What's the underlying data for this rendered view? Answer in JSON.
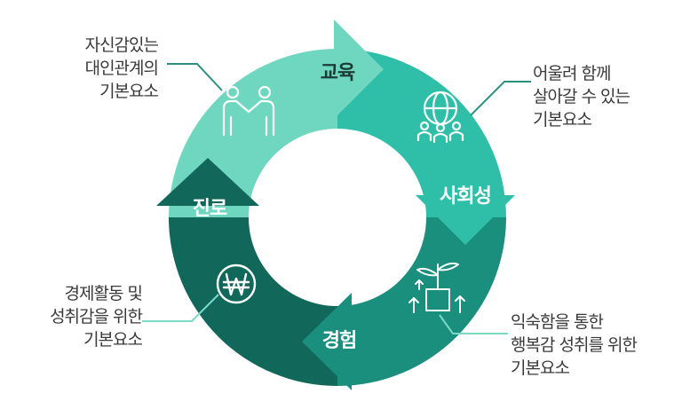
{
  "segments": {
    "top": "교육",
    "right": "사회성",
    "bottom": "경험",
    "left": "진로"
  },
  "notes": {
    "top_left": "자신감있는\n대인관계의\n기본요소",
    "top_right": "어울려 함께\n살아갈 수 있는\n기본요소",
    "bottom_left": "경제활동 및\n성취감을 위한\n기본요소",
    "bottom_right": "익숙함을 통한\n행복감 성취를 위한\n기본요소"
  },
  "icons": {
    "top_left": "handshake-icon",
    "top_right": "people-globe-icon",
    "bottom_left": "won-coin-icon",
    "bottom_right": "growing-plant-box-icon"
  },
  "colors": {
    "top_left_quadrant": "#6fd7bf",
    "top_right_quadrant": "#2fbfa8",
    "bottom_right_quadrant": "#1a8f7d",
    "bottom_left_quadrant": "#11685a",
    "leader_line": "#2a8f7e",
    "note_text": "#3a3a3a"
  }
}
